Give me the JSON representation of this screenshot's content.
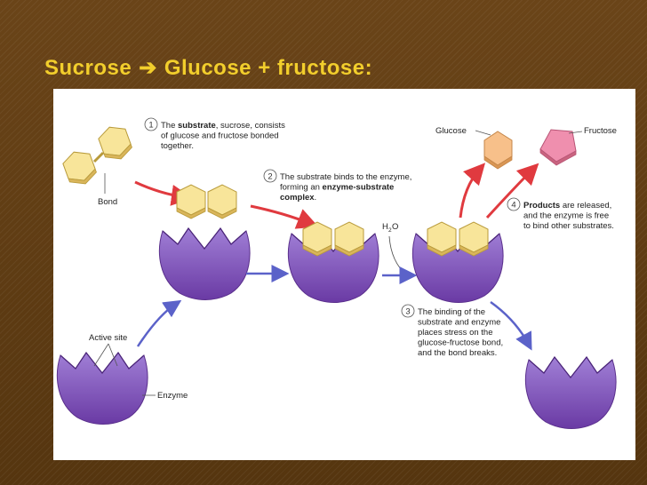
{
  "slide": {
    "title_left": "Sucrose",
    "title_arrow": "➔",
    "title_right": "Glucose + fructose:"
  },
  "diagram": {
    "labels": {
      "bond": "Bond",
      "active_site": "Active site",
      "enzyme": "Enzyme",
      "glucose": "Glucose",
      "fructose": "Fructose",
      "water": "H",
      "water_sub": "2",
      "water_o": "O"
    },
    "steps": [
      {
        "num": "1",
        "lines": [
          [
            {
              "t": "The "
            },
            {
              "t": "substrate",
              "b": true
            },
            {
              "t": ", sucrose, consists"
            }
          ],
          [
            {
              "t": "of glucose and fructose bonded"
            }
          ],
          [
            {
              "t": "together."
            }
          ]
        ]
      },
      {
        "num": "2",
        "lines": [
          [
            {
              "t": "The substrate binds to the enzyme,"
            }
          ],
          [
            {
              "t": "forming an "
            },
            {
              "t": "enzyme-substrate",
              "b": true
            }
          ],
          [
            {
              "t": "complex",
              "b": true
            },
            {
              "t": "."
            }
          ]
        ]
      },
      {
        "num": "3",
        "lines": [
          [
            {
              "t": "The binding of the"
            }
          ],
          [
            {
              "t": "substrate and enzyme"
            }
          ],
          [
            {
              "t": "places stress on the"
            }
          ],
          [
            {
              "t": "glucose-fructose bond,"
            }
          ],
          [
            {
              "t": "and the bond breaks."
            }
          ]
        ]
      },
      {
        "num": "4",
        "lines": [
          [
            {
              "t": "Products",
              "b": true
            },
            {
              "t": " are released,"
            }
          ],
          [
            {
              "t": "and the enzyme is free"
            }
          ],
          [
            {
              "t": "to bind other substrates."
            }
          ]
        ]
      }
    ]
  },
  "colors": {
    "title": "#f2ce2c",
    "enzyme": "#7b4bb0",
    "hexagon": "#f8e59a",
    "glucose": "#f7c08a",
    "fructose": "#ef8fae",
    "red_arrow": "#e03a3f",
    "blue_arrow": "#5b62c9"
  }
}
